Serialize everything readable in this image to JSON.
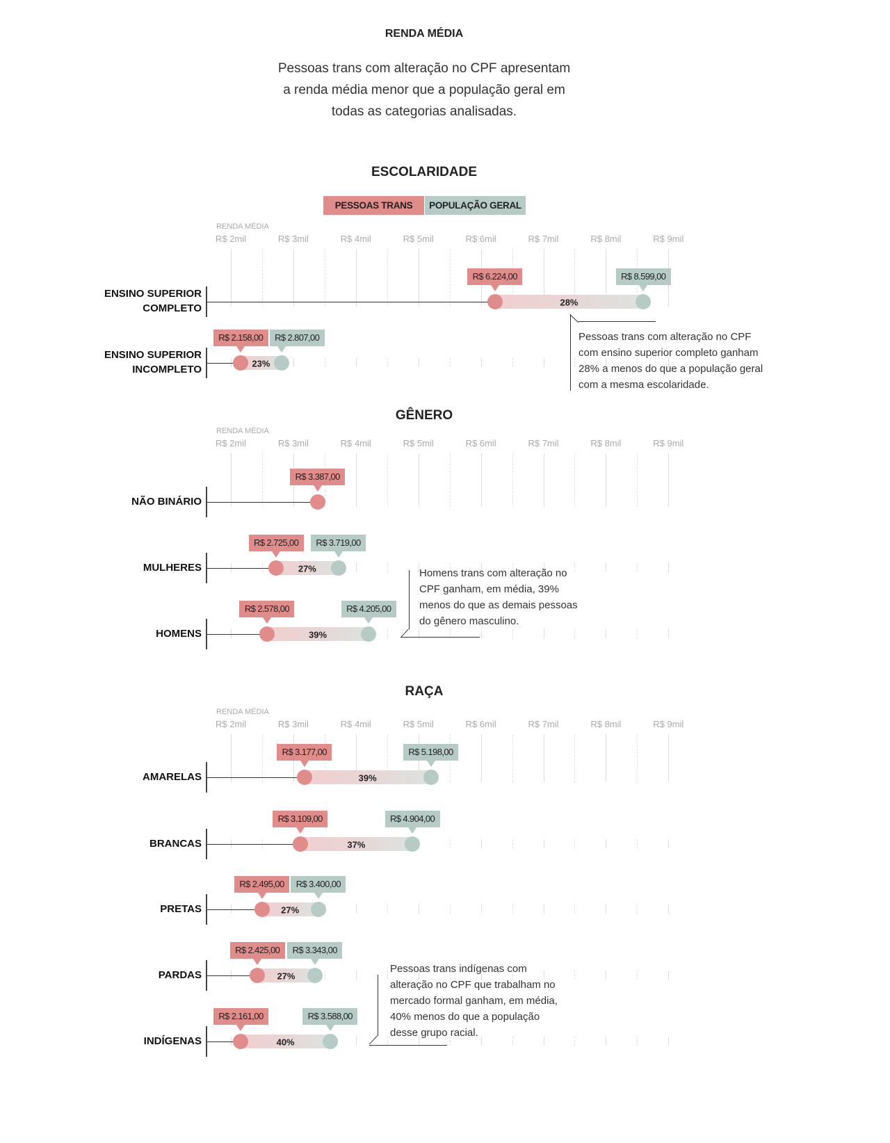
{
  "title": "RENDA MÉDIA",
  "intro": [
    "Pessoas trans com alteração no CPF apresentam",
    "a renda média menor que a população geral em",
    "todas as categorias analisadas."
  ],
  "legend": {
    "trans": "PESSOAS TRANS",
    "geral": "POPULAÇÃO GERAL"
  },
  "colors": {
    "trans": "#e08c8b",
    "geral": "#b6cbc5"
  },
  "chart_data": {
    "type": "dumbbell",
    "axis_caption": "RENDA MÉDIA",
    "ticks": [
      2000,
      3000,
      4000,
      5000,
      6000,
      7000,
      8000,
      9000
    ],
    "tick_labels": [
      "R$ 2mil",
      "R$ 3mil",
      "R$ 4mil",
      "R$ 5mil",
      "R$ 6mil",
      "R$ 7mil",
      "R$ 8mil",
      "R$ 9mil"
    ],
    "xlim": [
      2000,
      9000
    ],
    "sections": [
      {
        "title": "ESCOLARIDADE",
        "rows": [
          {
            "label": "ENSINO SUPERIOR\nCOMPLETO",
            "trans": 6224,
            "geral": 8599,
            "trans_label": "R$ 6.224,00",
            "geral_label": "R$ 8.599,00",
            "pct": "28%"
          },
          {
            "label": "ENSINO SUPERIOR\nINCOMPLETO",
            "trans": 2158,
            "geral": 2807,
            "trans_label": "R$ 2.158,00",
            "geral_label": "R$ 2.807,00",
            "pct": "23%"
          }
        ]
      },
      {
        "title": "GÊNERO",
        "rows": [
          {
            "label": "NÃO BINÁRIO",
            "trans": 3387,
            "geral": null,
            "trans_label": "R$ 3.387,00",
            "geral_label": null,
            "pct": null
          },
          {
            "label": "MULHERES",
            "trans": 2725,
            "geral": 3719,
            "trans_label": "R$ 2.725,00",
            "geral_label": "R$ 3.719,00",
            "pct": "27%"
          },
          {
            "label": "HOMENS",
            "trans": 2578,
            "geral": 4205,
            "trans_label": "R$ 2.578,00",
            "geral_label": "R$ 4.205,00",
            "pct": "39%"
          }
        ]
      },
      {
        "title": "RAÇA",
        "rows": [
          {
            "label": "AMARELAS",
            "trans": 3177,
            "geral": 5198,
            "trans_label": "R$ 3.177,00",
            "geral_label": "R$ 5.198,00",
            "pct": "39%"
          },
          {
            "label": "BRANCAS",
            "trans": 3109,
            "geral": 4904,
            "trans_label": "R$ 3.109,00",
            "geral_label": "R$ 4.904,00",
            "pct": "37%"
          },
          {
            "label": "PRETAS",
            "trans": 2495,
            "geral": 3400,
            "trans_label": "R$ 2.495,00",
            "geral_label": "R$ 3.400,00",
            "pct": "27%"
          },
          {
            "label": "PARDAS",
            "trans": 2425,
            "geral": 3343,
            "trans_label": "R$ 2.425,00",
            "geral_label": "R$ 3.343,00",
            "pct": "27%"
          },
          {
            "label": "INDÍGENAS",
            "trans": 2161,
            "geral": 3588,
            "trans_label": "R$ 2.161,00",
            "geral_label": "R$ 3.588,00",
            "pct": "40%"
          }
        ]
      }
    ],
    "annotations": [
      "Pessoas trans com alteração no CPF\ncom ensino superior completo ganham\n28% a menos do que a população geral\ncom a mesma escolaridade.",
      "Homens trans com alteração no\nCPF ganham, em média, 39%\nmenos do que as demais pessoas\ndo gênero masculino.",
      "Pessoas trans indígenas com\nalteração no CPF que trabalham no\nmercado formal ganham, em média,\n40% menos do que a população\ndesse grupo racial."
    ]
  }
}
